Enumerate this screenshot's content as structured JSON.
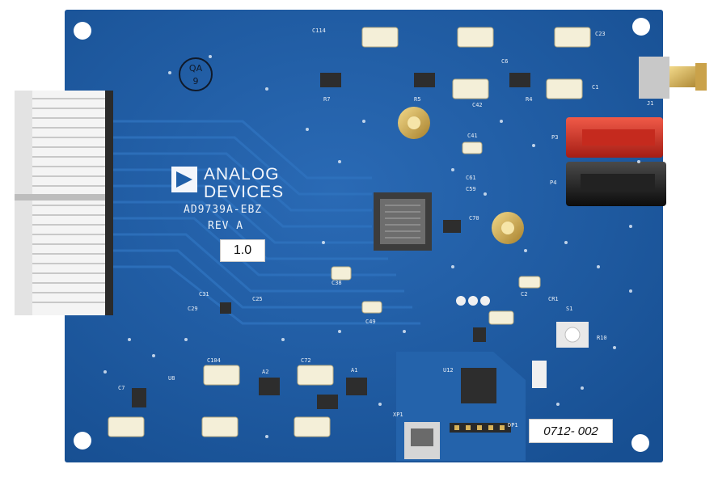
{
  "brand": {
    "line1": "ANALOG",
    "line2": "DEVICES"
  },
  "board": {
    "part": "AD9739A-EBZ",
    "revision": "REV A"
  },
  "stickers": {
    "version": "1.0",
    "serial": "0712- 002"
  },
  "stamp": {
    "line1": "QA",
    "line2": "9"
  },
  "colors": {
    "pcb": "#1f5fa8",
    "trace": "#2a6cb5",
    "silkscreen": "#e8eef5",
    "gold": "#d8b35a",
    "red_jack": "#d93224",
    "black_jack": "#1a1a1a"
  }
}
